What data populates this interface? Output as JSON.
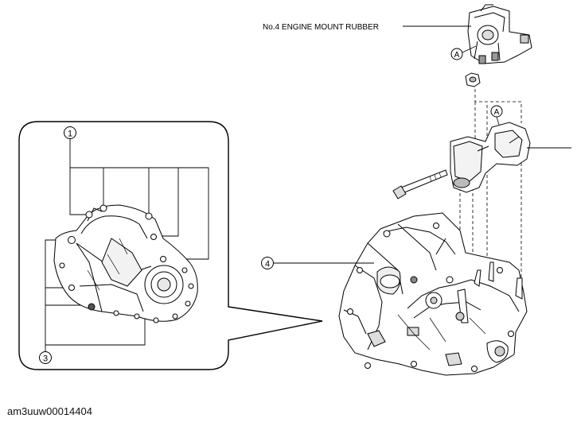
{
  "labels": {
    "mount_rubber": "No.4 ENGINE MOUNT RUBBER",
    "callout_1": "1",
    "callout_3": "3",
    "callout_4": "4",
    "callout_a_top": "A",
    "callout_a_bracket": "A"
  },
  "footer": {
    "image_code": "am3uuw00014404"
  }
}
